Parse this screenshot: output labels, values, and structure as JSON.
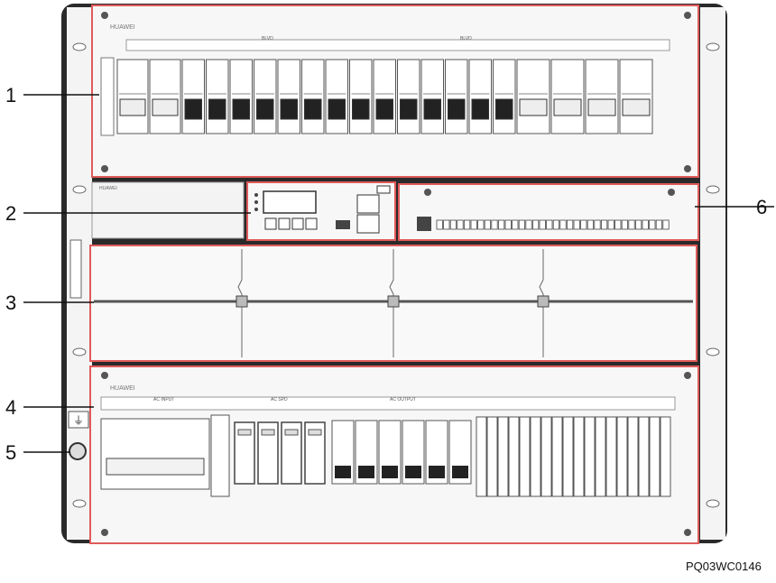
{
  "figure": {
    "id": "PQ03WC0146",
    "callouts": [
      "1",
      "2",
      "3",
      "4",
      "5",
      "6"
    ]
  },
  "panels": {
    "brand": "HUAWEI",
    "dc_group_labels": [
      "BLVD",
      "BLVD"
    ],
    "ac_group_labels": [
      "AC INPUT",
      "AC SPD",
      "AC OUTPUT"
    ]
  },
  "colors": {
    "outline": "#e05a5a",
    "line": "#333333",
    "chassis": "#2a2a2a"
  }
}
